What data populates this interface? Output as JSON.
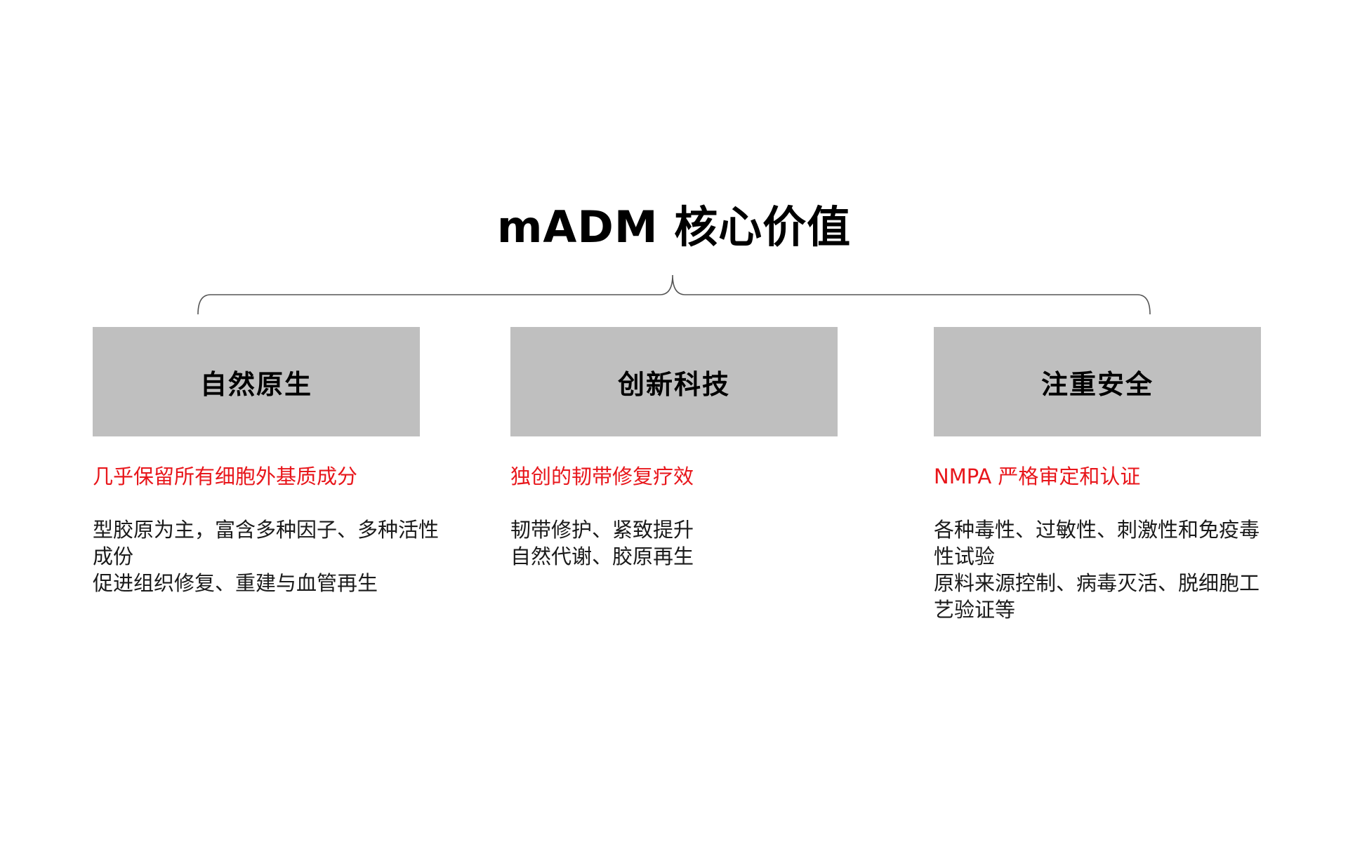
{
  "title": "mADM 核心价值",
  "columns": [
    {
      "heading": "自然原生",
      "highlight": "几乎保留所有细胞外基质成分",
      "lines": [
        "型胶原为主，富含多种因子、多种活性成份",
        "促进组织修复、重建与血管再生"
      ]
    },
    {
      "heading": "创新科技",
      "highlight": "独创的韧带修复疗效",
      "lines": [
        "韧带修护、紧致提升",
        "自然代谢、胶原再生"
      ]
    },
    {
      "heading": "注重安全",
      "highlight": "NMPA 严格审定和认证",
      "lines": [
        "各种毒性、过敏性、刺激性和免疫毒性试验",
        "原料来源控制、病毒灭活、脱细胞工艺验证等"
      ]
    }
  ],
  "colors": {
    "box_fill": "#bfbfbf",
    "highlight_text": "#e8161b",
    "body_text": "#1a1a1a",
    "bracket_line": "#555555"
  }
}
